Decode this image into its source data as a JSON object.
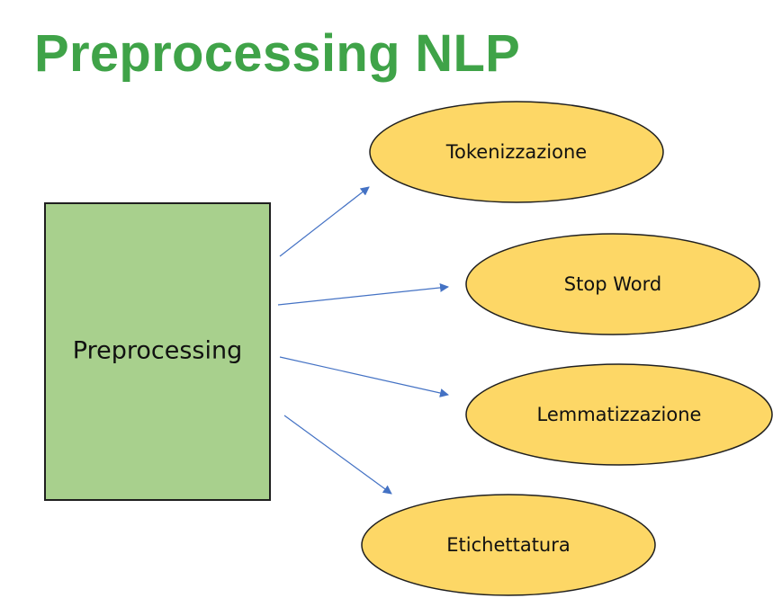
{
  "title": "Preprocessing NLP",
  "colors": {
    "title": "#3FA348",
    "source_fill": "#A8D08D",
    "source_stroke": "#1F1F1F",
    "target_fill": "#FDD766",
    "target_stroke": "#1F1F1F",
    "arrow": "#4472C4"
  },
  "source": {
    "label": "Preprocessing"
  },
  "targets": [
    {
      "label": "Tokenizzazione"
    },
    {
      "label": "Stop Word"
    },
    {
      "label": "Lemmatizzazione"
    },
    {
      "label": "Etichettatura"
    }
  ]
}
